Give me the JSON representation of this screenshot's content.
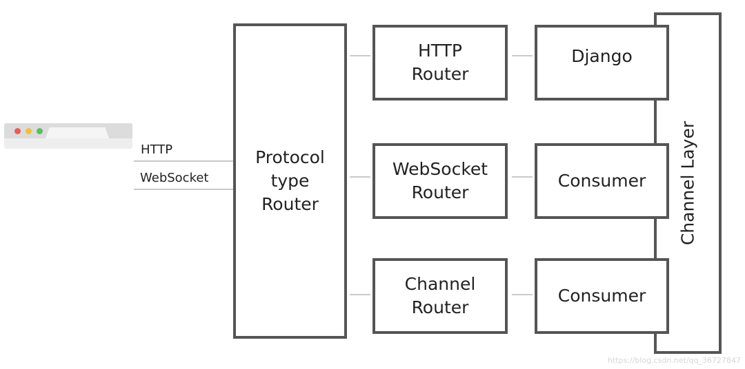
{
  "colors": {
    "border": "#555555",
    "connector": "#c9c9c9",
    "dot_red": "#ec5b57",
    "dot_yellow": "#f0c13a",
    "dot_green": "#5ac05a"
  },
  "browser": {
    "icon": "browser-window-icon"
  },
  "connections": {
    "http_label": "HTTP",
    "websocket_label": "WebSocket"
  },
  "nodes": {
    "protocol_router": "Protocol\ntype\nRouter",
    "http_router": "HTTP\nRouter",
    "websocket_router": "WebSocket\nRouter",
    "channel_router": "Channel\nRouter",
    "django": "Django",
    "consumer_1": "Consumer",
    "consumer_2": "Consumer",
    "channel_layer": "Channel Layer"
  },
  "watermark": "https://blog.csdn.net/qq_36727847"
}
